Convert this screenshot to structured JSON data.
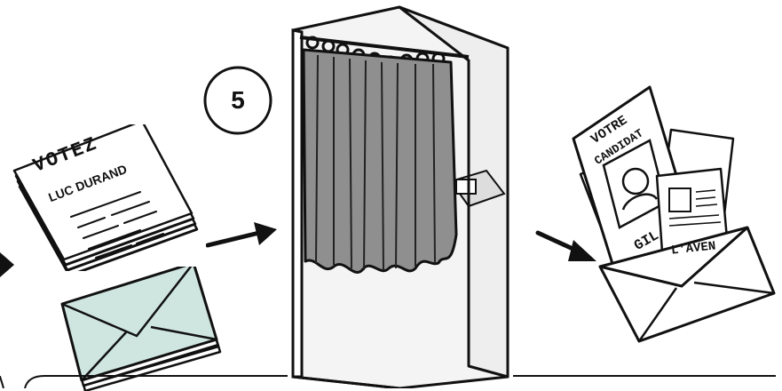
{
  "step": {
    "number": "5"
  },
  "ballots": {
    "line1": "VOTEZ",
    "line2": "LUC DURAND"
  },
  "mailer": {
    "front_title_line1": "VOTRE",
    "front_title_line2": "CANDIDAT",
    "front_partial": "GIL",
    "insert_partial": "L'AVEN"
  },
  "colors": {
    "ink": "#111111",
    "envelope_fill": "#cfe6e0",
    "curtain_fill": "#8f8f8f",
    "booth_fill": "#f2f2f2"
  }
}
